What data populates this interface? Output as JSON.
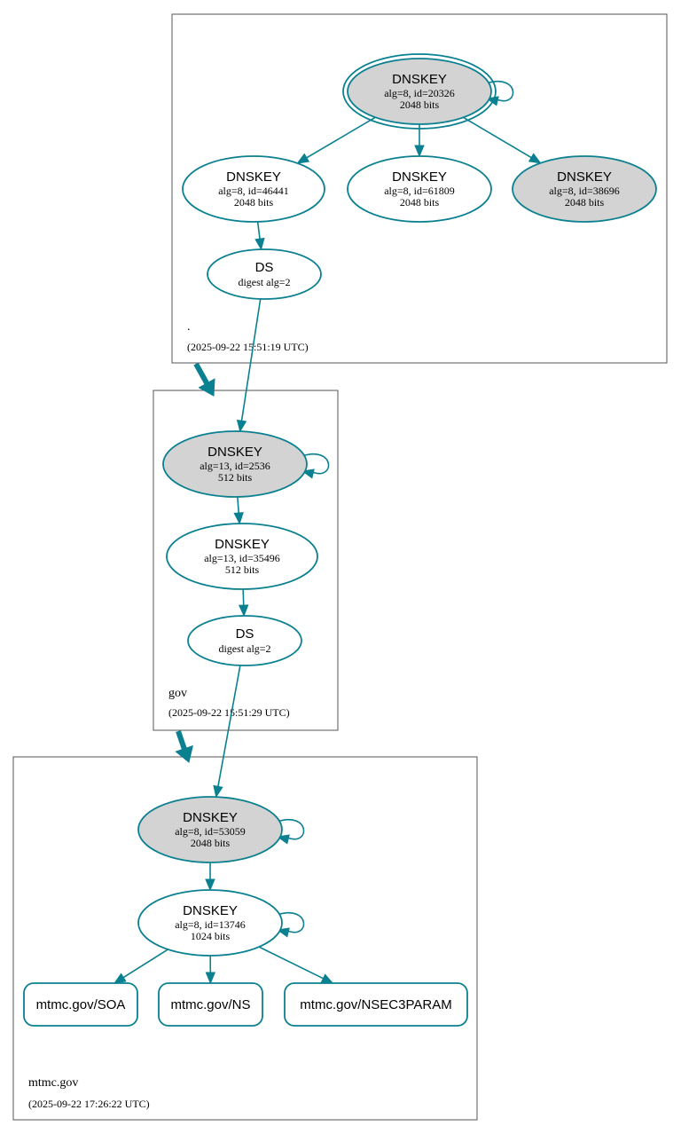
{
  "zones": [
    {
      "id": "root",
      "name": ".",
      "timestamp": "(2025-09-22 15:51:19 UTC)"
    },
    {
      "id": "gov",
      "name": "gov",
      "timestamp": "(2025-09-22 15:51:29 UTC)"
    },
    {
      "id": "mtmc",
      "name": "mtmc.gov",
      "timestamp": "(2025-09-22 17:26:22 UTC)"
    }
  ],
  "nodes": [
    {
      "id": "root_ksk",
      "zone": "root",
      "type": "DNSKEY",
      "line1": "alg=8, id=20326",
      "line2": "2048 bits",
      "shaded": true,
      "trust_anchor": true,
      "self_loop": true
    },
    {
      "id": "root_zsk1",
      "zone": "root",
      "type": "DNSKEY",
      "line1": "alg=8, id=46441",
      "line2": "2048 bits",
      "shaded": false,
      "trust_anchor": false,
      "self_loop": false
    },
    {
      "id": "root_zsk2",
      "zone": "root",
      "type": "DNSKEY",
      "line1": "alg=8, id=61809",
      "line2": "2048 bits",
      "shaded": false,
      "trust_anchor": false,
      "self_loop": false
    },
    {
      "id": "root_ksk2",
      "zone": "root",
      "type": "DNSKEY",
      "line1": "alg=8, id=38696",
      "line2": "2048 bits",
      "shaded": true,
      "trust_anchor": false,
      "self_loop": false
    },
    {
      "id": "root_ds",
      "zone": "root",
      "type": "DS",
      "line1": "digest alg=2",
      "line2": "",
      "shaded": false,
      "trust_anchor": false,
      "self_loop": false
    },
    {
      "id": "gov_ksk",
      "zone": "gov",
      "type": "DNSKEY",
      "line1": "alg=13, id=2536",
      "line2": "512 bits",
      "shaded": true,
      "trust_anchor": false,
      "self_loop": true
    },
    {
      "id": "gov_zsk",
      "zone": "gov",
      "type": "DNSKEY",
      "line1": "alg=13, id=35496",
      "line2": "512 bits",
      "shaded": false,
      "trust_anchor": false,
      "self_loop": false
    },
    {
      "id": "gov_ds",
      "zone": "gov",
      "type": "DS",
      "line1": "digest alg=2",
      "line2": "",
      "shaded": false,
      "trust_anchor": false,
      "self_loop": false
    },
    {
      "id": "mtmc_ksk",
      "zone": "mtmc",
      "type": "DNSKEY",
      "line1": "alg=8, id=53059",
      "line2": "2048 bits",
      "shaded": true,
      "trust_anchor": false,
      "self_loop": true
    },
    {
      "id": "mtmc_zsk",
      "zone": "mtmc",
      "type": "DNSKEY",
      "line1": "alg=8, id=13746",
      "line2": "1024 bits",
      "shaded": false,
      "trust_anchor": false,
      "self_loop": true
    }
  ],
  "rrsets": [
    {
      "id": "rr_soa",
      "zone": "mtmc",
      "label": "mtmc.gov/SOA"
    },
    {
      "id": "rr_ns",
      "zone": "mtmc",
      "label": "mtmc.gov/NS"
    },
    {
      "id": "rr_nsec3param",
      "zone": "mtmc",
      "label": "mtmc.gov/NSEC3PARAM"
    }
  ],
  "edges": [
    {
      "from": "root_ksk",
      "to": "root_zsk1"
    },
    {
      "from": "root_ksk",
      "to": "root_zsk2"
    },
    {
      "from": "root_ksk",
      "to": "root_ksk2"
    },
    {
      "from": "root_zsk1",
      "to": "root_ds"
    },
    {
      "from": "root_ds",
      "to": "gov_ksk"
    },
    {
      "from": "gov_ksk",
      "to": "gov_zsk"
    },
    {
      "from": "gov_zsk",
      "to": "gov_ds"
    },
    {
      "from": "gov_ds",
      "to": "mtmc_ksk"
    },
    {
      "from": "mtmc_ksk",
      "to": "mtmc_zsk"
    },
    {
      "from": "mtmc_zsk",
      "to": "rr_soa"
    },
    {
      "from": "mtmc_zsk",
      "to": "rr_ns"
    },
    {
      "from": "mtmc_zsk",
      "to": "rr_nsec3param"
    }
  ],
  "delegations": [
    {
      "from": "root",
      "to": "gov"
    },
    {
      "from": "gov",
      "to": "mtmc"
    }
  ],
  "colors": {
    "edge": "#0a8090",
    "shaded_fill": "#d3d3d3",
    "zone_border": "#555555"
  }
}
